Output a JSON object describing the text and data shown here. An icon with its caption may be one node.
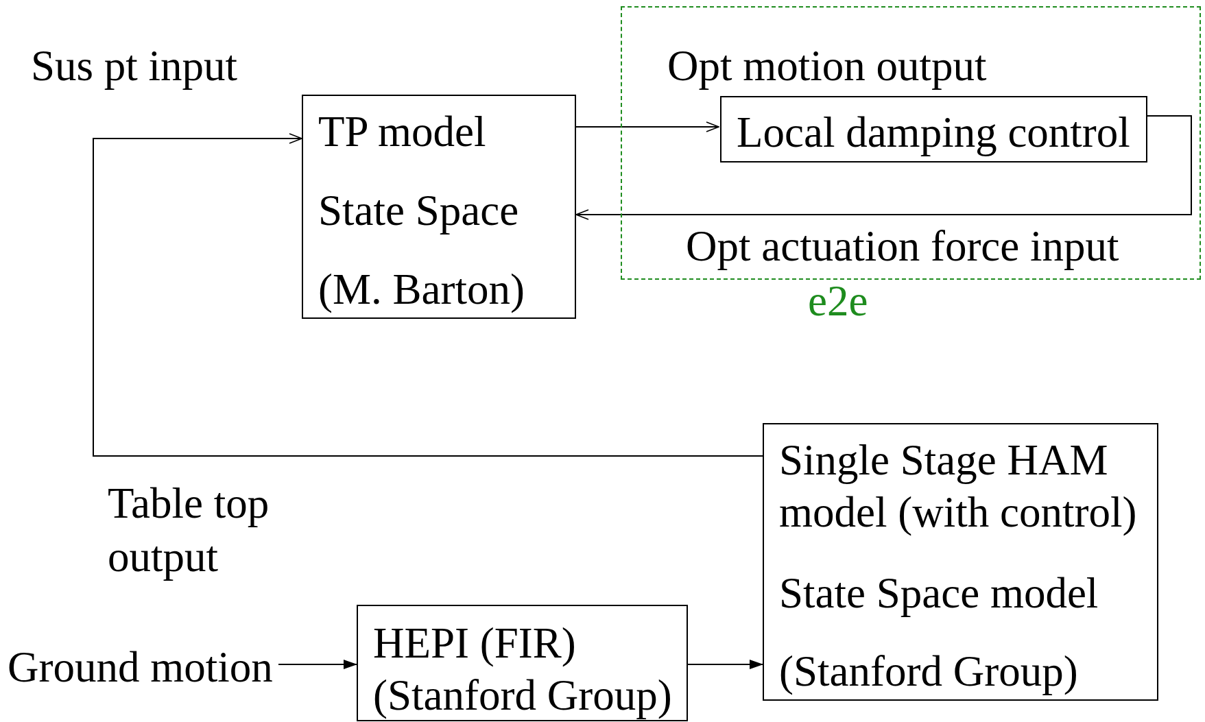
{
  "diagram": {
    "nodes": [
      {
        "text": [
          "TP model",
          "State Space",
          "(M. Barton)"
        ]
      },
      {
        "text": [
          "e2e"
        ]
      },
      {
        "text": [
          "Local damping control"
        ],
        "in": 1
      },
      {
        "text": [
          "Single Stage HAM model (with control)",
          "State Space model",
          "(Stanford Group)"
        ]
      },
      {
        "text": [
          "Ground motion"
        ]
      },
      {
        "text": [
          "HEPI (FIR) (Stanford Group)"
        ]
      }
    ],
    "edges": [
      {
        "from": 0,
        "to": 2,
        "arrow": "to",
        "label": "Opt motion output"
      },
      {
        "from": 2,
        "to": 0,
        "arrow": "to",
        "label": "Opt actuation force input"
      },
      {
        "from": 3,
        "to": 0,
        "arrow": "to"
      },
      {
        "from": 4,
        "to": 5,
        "arrow": "to"
      },
      {
        "from": 5,
        "to": 3,
        "arrow": "to"
      }
    ],
    "labels": [
      "Sus pt input",
      "Table top output"
    ]
  }
}
